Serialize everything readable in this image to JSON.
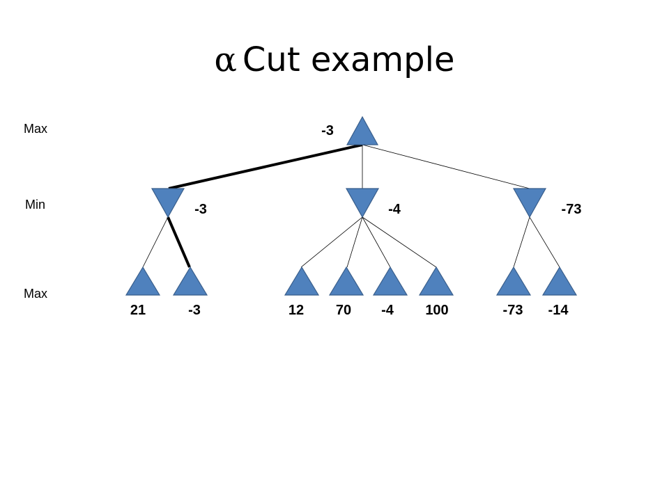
{
  "slide": {
    "title_symbol": "α",
    "title_text": "Cut example"
  },
  "levels": [
    "Max",
    "Min",
    "Max"
  ],
  "root": {
    "value": "-3"
  },
  "min_nodes": [
    {
      "value": "-3",
      "leaves": [
        "21",
        "-3"
      ]
    },
    {
      "value": "-4",
      "leaves": [
        "12",
        "70",
        "-4",
        "100"
      ]
    },
    {
      "value": "-73",
      "leaves": [
        "-73",
        "-14"
      ]
    }
  ],
  "colors": {
    "node_fill": "#4F81BD",
    "node_stroke": "#385D8A",
    "edge": "#000000"
  }
}
